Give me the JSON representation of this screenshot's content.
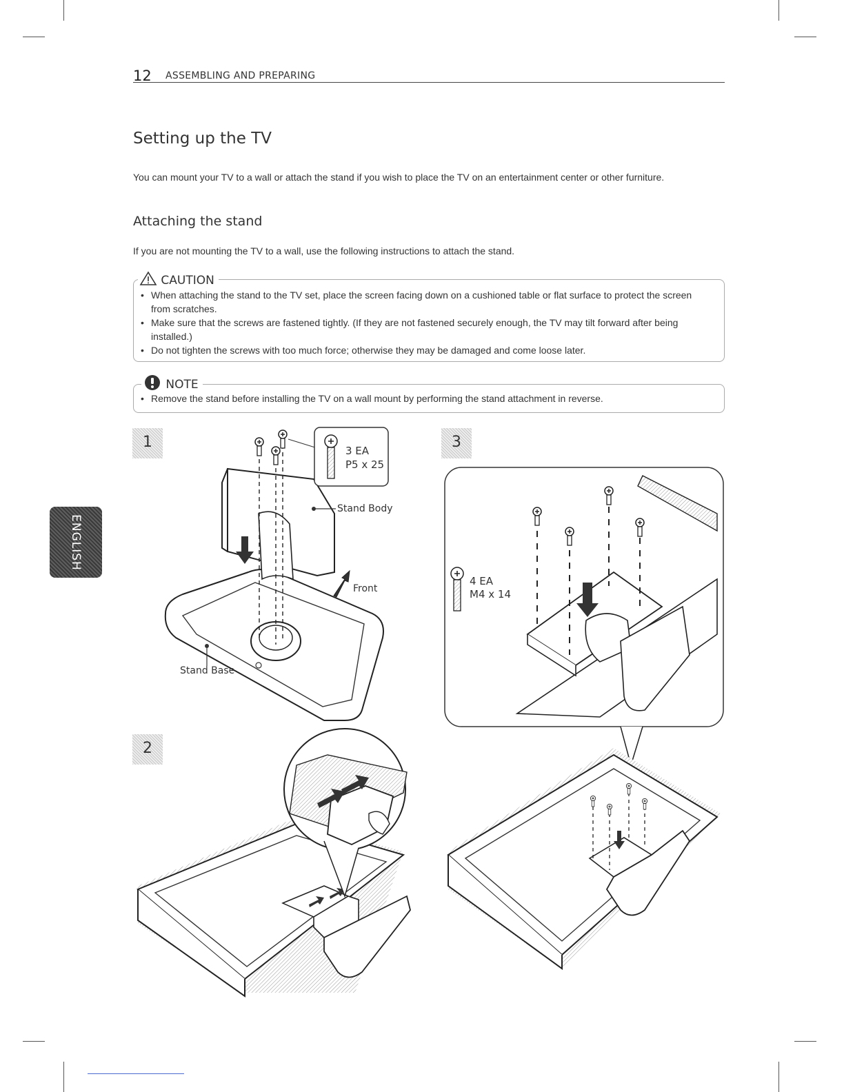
{
  "header": {
    "page_number": "12",
    "section": "ASSEMBLING AND PREPARING"
  },
  "title": "Setting up the TV",
  "intro": "You can mount your TV to a wall or attach the stand if you wish to place the TV on an entertainment center or other furniture.",
  "subtitle": "Attaching the stand",
  "sub_intro": "If you are not mounting the TV to a wall, use the following instructions to attach the stand.",
  "caution": {
    "title": "CAUTION",
    "icon": "warning-triangle-icon",
    "items": [
      "When attaching the stand to the TV set, place the screen facing down on a cushioned table or flat surface to protect the screen from scratches.",
      "Make sure that the screws are fastened tightly. (If they are not fastened securely enough, the TV may tilt forward after being installed.)",
      "Do not tighten the screws with too much force; otherwise they may be damaged and come loose later."
    ]
  },
  "note": {
    "title": "NOTE",
    "icon": "note-exclamation-icon",
    "items": [
      "Remove the stand before installing the TV on a wall mount by performing the stand attachment in reverse."
    ]
  },
  "side_tab": "ENGLISH",
  "steps": {
    "step1": {
      "number": "1",
      "screw_count": "3 EA",
      "screw_size": "P5 x 25",
      "label_stand_body": "Stand Body",
      "label_front": "Front",
      "label_stand_base": "Stand Base"
    },
    "step2": {
      "number": "2"
    },
    "step3": {
      "number": "3",
      "screw_count": "4 EA",
      "screw_size": "M4 x 14"
    }
  }
}
